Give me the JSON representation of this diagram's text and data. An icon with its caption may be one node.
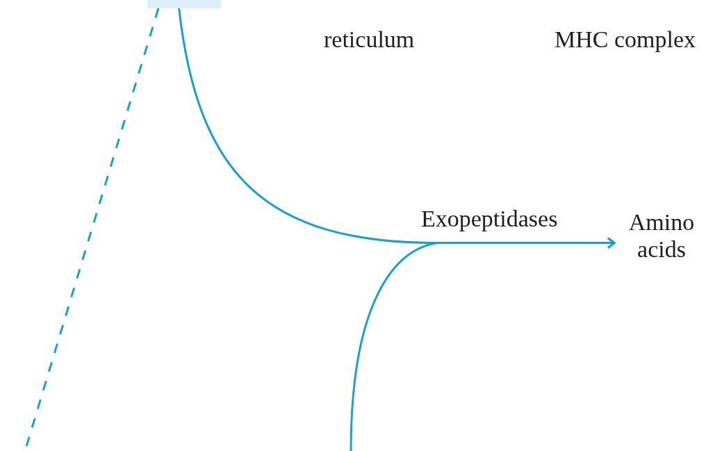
{
  "diagram": {
    "nodes": [
      {
        "text": [],
        "shape": "box"
      },
      {
        "text": [
          "Amino acids"
        ]
      }
    ],
    "edges": [
      {
        "from": 0,
        "to": 1,
        "arrow": "to",
        "label": "Exopeptidases"
      },
      {
        "from": null,
        "to": 1,
        "arrow": "to"
      },
      {
        "from": 0,
        "to": null,
        "arrow": "none",
        "style": "dashed"
      }
    ],
    "labels": [
      "reticulum",
      "MHC complex"
    ]
  }
}
